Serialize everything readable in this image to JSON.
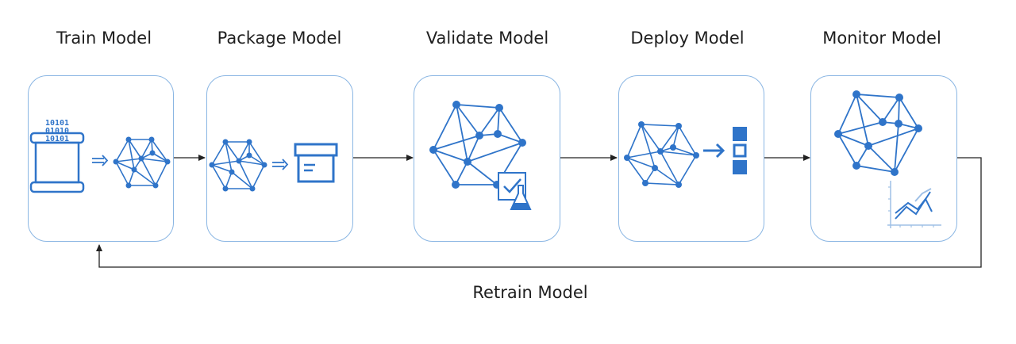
{
  "stages": [
    {
      "title": "Train Model",
      "icon": "data-to-model-icon"
    },
    {
      "title": "Package Model",
      "icon": "model-to-package-icon"
    },
    {
      "title": "Validate Model",
      "icon": "model-validation-icon"
    },
    {
      "title": "Deploy Model",
      "icon": "model-deploy-icon"
    },
    {
      "title": "Monitor Model",
      "icon": "model-monitor-icon"
    }
  ],
  "loop": {
    "label": "Retrain Model"
  },
  "data_bits": [
    "10101",
    "01010",
    "10101"
  ],
  "colors": {
    "accent": "#2f74c9",
    "box_border": "#8ab6e3",
    "connector": "#222222",
    "text": "#1f1f1f"
  }
}
